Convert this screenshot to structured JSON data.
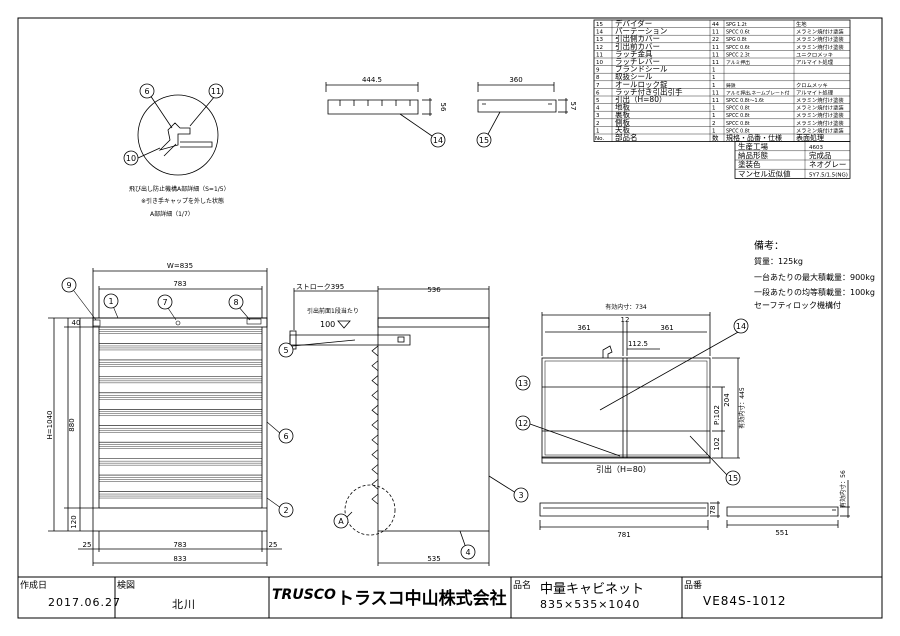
{
  "parts_table": {
    "rows": [
      {
        "no": "15",
        "name": "デバイダー",
        "qty": "44",
        "spec": "SPG 1.2t",
        "finish": "生地"
      },
      {
        "no": "14",
        "name": "パーテーション",
        "qty": "11",
        "spec": "SPCC 0.6t",
        "finish": "メラミン焼付け塗装"
      },
      {
        "no": "13",
        "name": "引出側カバー",
        "qty": "22",
        "spec": "SPG 0.8t",
        "finish": "メラミン焼付け塗装"
      },
      {
        "no": "12",
        "name": "引出前カバー",
        "qty": "11",
        "spec": "SPCC 0.6t",
        "finish": "メラミン焼付け塗装"
      },
      {
        "no": "11",
        "name": "ラッチ金具",
        "qty": "11",
        "spec": "SPCC 2.3t",
        "finish": "ユニクロメッキ"
      },
      {
        "no": "10",
        "name": "ラッチレバー",
        "qty": "11",
        "spec": "アルミ押出",
        "finish": "アルマイト処理"
      },
      {
        "no": "9",
        "name": "ブランドシール",
        "qty": "1",
        "spec": "",
        "finish": ""
      },
      {
        "no": "8",
        "name": "取扱シール",
        "qty": "1",
        "spec": "",
        "finish": ""
      },
      {
        "no": "7",
        "name": "オールロック錠",
        "qty": "1",
        "spec": "鋳鉄",
        "finish": "クロムメッキ"
      },
      {
        "no": "6",
        "name": "ラッチ付き引出引手",
        "qty": "11",
        "spec": "アルミ押出,ネームプレート付",
        "finish": "アルマイト処理"
      },
      {
        "no": "5",
        "name": "引出（H=80）",
        "qty": "11",
        "spec": "SPCC 0.8t〜1.6t",
        "finish": "メラミン焼付け塗装"
      },
      {
        "no": "4",
        "name": "地板",
        "qty": "1",
        "spec": "SPCC 0.8t",
        "finish": "メラミン焼付け塗装"
      },
      {
        "no": "3",
        "name": "裏板",
        "qty": "1",
        "spec": "SPCC 0.8t",
        "finish": "メラミン焼付け塗装"
      },
      {
        "no": "2",
        "name": "側板",
        "qty": "2",
        "spec": "SPCC 0.8t",
        "finish": "メラミン焼付け塗装"
      },
      {
        "no": "1",
        "name": "天板",
        "qty": "1",
        "spec": "SPCC 0.8t",
        "finish": "メラミン焼付け塗装"
      }
    ],
    "header": {
      "no": "No.",
      "name": "部品名",
      "qty": "数",
      "spec": "規格・品番・仕様",
      "finish": "表面処理"
    },
    "info": [
      {
        "label": "生産工場",
        "value": "4603"
      },
      {
        "label": "納品形態",
        "value": "完成品"
      },
      {
        "label": "塗装色",
        "value": "ネオグレー"
      },
      {
        "label": "マンセル近似値",
        "value": "5Y7.5/1.5(NG)"
      }
    ]
  },
  "notes": {
    "title": "備考：",
    "lines": [
      "質量：125kg",
      "一台あたりの最大積載量：900kg",
      "一段あたりの均等積載量：100kg",
      "セーフティロック機構付"
    ]
  },
  "detail": {
    "caption1": "飛び出し防止機構A部詳細（S=1/5）",
    "caption2": "※引き手キャップを外した状態",
    "caption3": "A部詳細（1/7）",
    "balloons": [
      "6",
      "11",
      "10"
    ]
  },
  "partition_views": {
    "dims": [
      "444.5",
      "56",
      "360",
      "57"
    ],
    "balloons": [
      "14",
      "15"
    ]
  },
  "front_view": {
    "dims": [
      "W=835",
      "783",
      "40",
      "880",
      "H=1040",
      "120",
      "25",
      "783",
      "25",
      "833"
    ],
    "balloons": [
      "9",
      "1",
      "7",
      "8",
      "6",
      "2"
    ]
  },
  "side_view": {
    "dims": [
      "ストローク395",
      "536",
      "引出前面1段当たり",
      "100",
      "535"
    ],
    "balloons": [
      "5",
      "3",
      "4"
    ],
    "detail_label": "A"
  },
  "drawer_plan": {
    "dims": [
      "有効内寸：734",
      "12",
      "361",
      "361",
      "112.5",
      "102",
      "P:102",
      "204",
      "有効内寸：445"
    ],
    "balloons": [
      "14",
      "13",
      "12",
      "15"
    ],
    "label": "引出（H=80）"
  },
  "drawer_section": {
    "dims": [
      "781",
      "78",
      "551",
      "有効内寸：56"
    ]
  },
  "title_block": {
    "created_label": "作成日",
    "created_value": "2017.06.27",
    "checked_label": "検図",
    "checked_value": "北川",
    "brand": "TRUSCO",
    "company": "トラスコ中山株式会社",
    "name_label": "品名",
    "name_value": "中量キャビネット",
    "size_value": "835×535×1040",
    "code_label": "品番",
    "code_value": "VE84S-1012"
  }
}
